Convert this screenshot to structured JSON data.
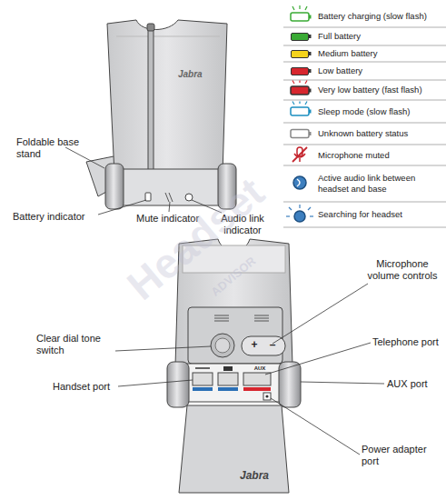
{
  "diagram": {
    "labels": [
      "Foldable base stand",
      "Battery indicator",
      "Mute indicator",
      "Audio link indicator",
      "Microphone volume controls",
      "Clear dial tone switch",
      "Telephone port",
      "Handset port",
      "AUX port",
      "Power adapter port",
      "Jabra",
      "Jabra",
      "AUX",
      "+",
      "–",
      "Headset",
      "ADVISOR"
    ],
    "legend": [
      {
        "text": "Battery charging (slow flash)"
      },
      {
        "text": "Full battery",
        "color": "#3aaa35"
      },
      {
        "text": "Medium battery",
        "color": "#f4d31c"
      },
      {
        "text": "Low battery",
        "color": "#d7262e"
      },
      {
        "text": "Very low battery (fast flash)"
      },
      {
        "text": "Sleep mode (slow flash)"
      },
      {
        "text": "Unknown battery status"
      },
      {
        "text": "Microphone muted"
      },
      {
        "text": "Active audio link between headset and base"
      },
      {
        "text": "Searching for headset"
      }
    ]
  }
}
